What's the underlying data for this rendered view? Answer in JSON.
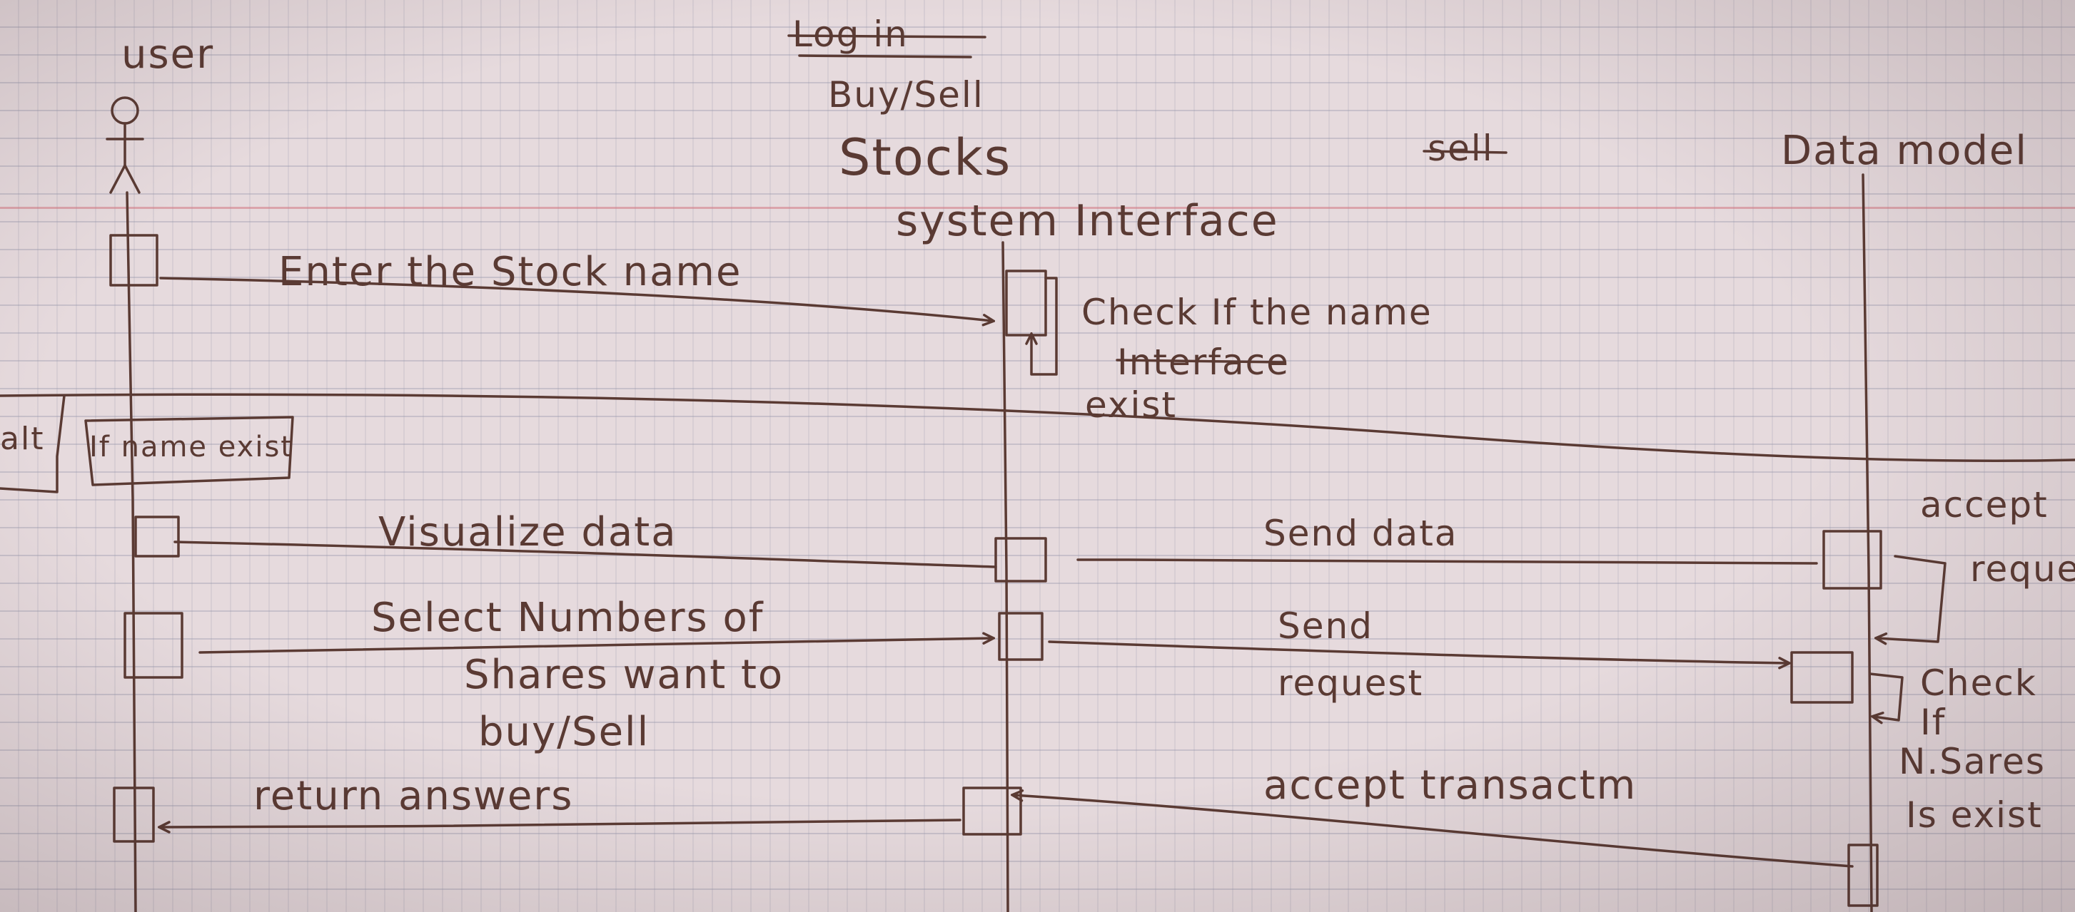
{
  "participants": {
    "user": "user",
    "interface_title_strike": "Log in",
    "interface_line1": "Buy/Sell",
    "interface_line2": "Stocks",
    "interface_line3": "system Interface",
    "middle": "sell",
    "data_model": "Data model"
  },
  "fragment": {
    "operator": "alt",
    "guard": "If name exist"
  },
  "messages": {
    "enter_stock_name": "Enter the Stock name",
    "self_check_line1": "Check If the name",
    "self_check_strike": "Interface",
    "self_check_line3": "exist",
    "visualize_data": "Visualize data",
    "send_data": "Send data",
    "accept_request_line1": "accept",
    "accept_request_line2": "request",
    "select_line1": "Select Numbers of",
    "select_line2": "Shares want to",
    "select_line3": "buy/Sell",
    "send_request_line1": "Send",
    "send_request_line2": "request",
    "check_line1": "Check",
    "check_line2": "If",
    "check_line3": "N.Sares",
    "check_line4": "Is exist",
    "return_answers": "return answers",
    "accept_transaction": "accept transactm"
  }
}
